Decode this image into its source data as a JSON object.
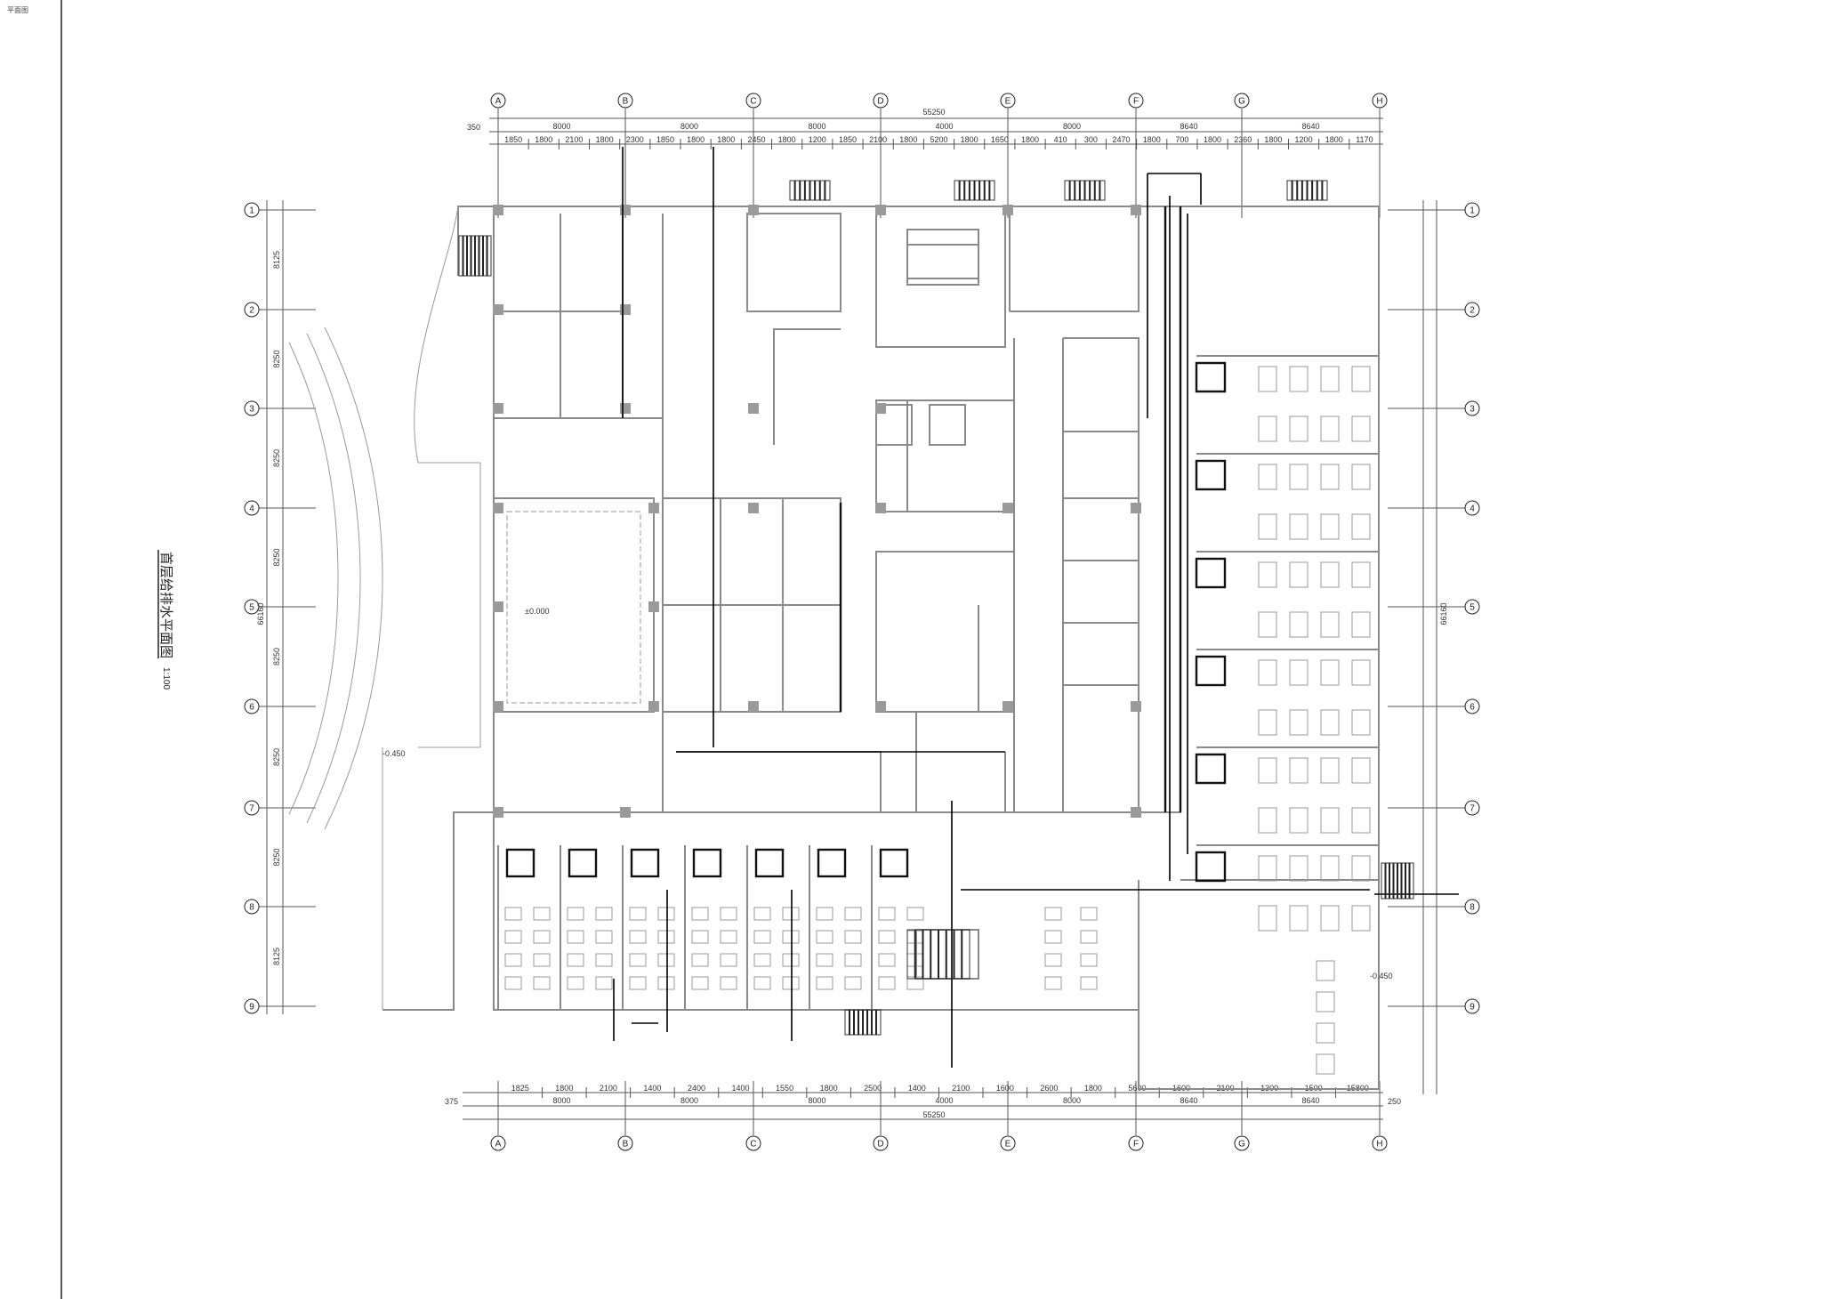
{
  "drawing": {
    "title": "首层给排水平面图",
    "scale": "1:100",
    "corner_note": "平面图",
    "elevation_main": "±0.000",
    "elevation_outdoor": "-0.450"
  },
  "axes": {
    "top_labels": [
      "A",
      "B",
      "C",
      "D",
      "E",
      "F",
      "G",
      "H"
    ],
    "left_labels": [
      "1",
      "2",
      "3",
      "4",
      "5",
      "6",
      "7",
      "8",
      "9"
    ]
  },
  "dimensions": {
    "top_total": "55250",
    "top_bays": [
      "8000",
      "8000",
      "8000",
      "4000",
      "8000",
      "8640",
      "8640"
    ],
    "top_offset": "350",
    "top_details": [
      "1850",
      "1800",
      "2100",
      "1800",
      "2300",
      "1850",
      "1800",
      "1800",
      "2450",
      "1800",
      "1200",
      "1850",
      "2100",
      "1800",
      "5200",
      "1800",
      "1650",
      "1800",
      "410",
      "300",
      "2470",
      "1800",
      "700",
      "1800",
      "2360",
      "1800",
      "1200",
      "1800",
      "1170"
    ],
    "bottom_total": "55250",
    "bottom_bays": [
      "8000",
      "8000",
      "8000",
      "4000",
      "8000",
      "8640",
      "8640"
    ],
    "bottom_offset_left": "375",
    "bottom_offset_right": "250",
    "bottom_details": [
      "1825",
      "1800",
      "2100",
      "1400",
      "2400",
      "1400",
      "1550",
      "1800",
      "2500",
      "1400",
      "2100",
      "1600",
      "2600",
      "1800",
      "5600",
      "1600",
      "2100",
      "1300",
      "1500",
      "15800"
    ],
    "left_total": "66160",
    "left_bays": [
      "8125",
      "8250",
      "8250",
      "8250",
      "8250",
      "8250",
      "8250",
      "8125"
    ]
  }
}
